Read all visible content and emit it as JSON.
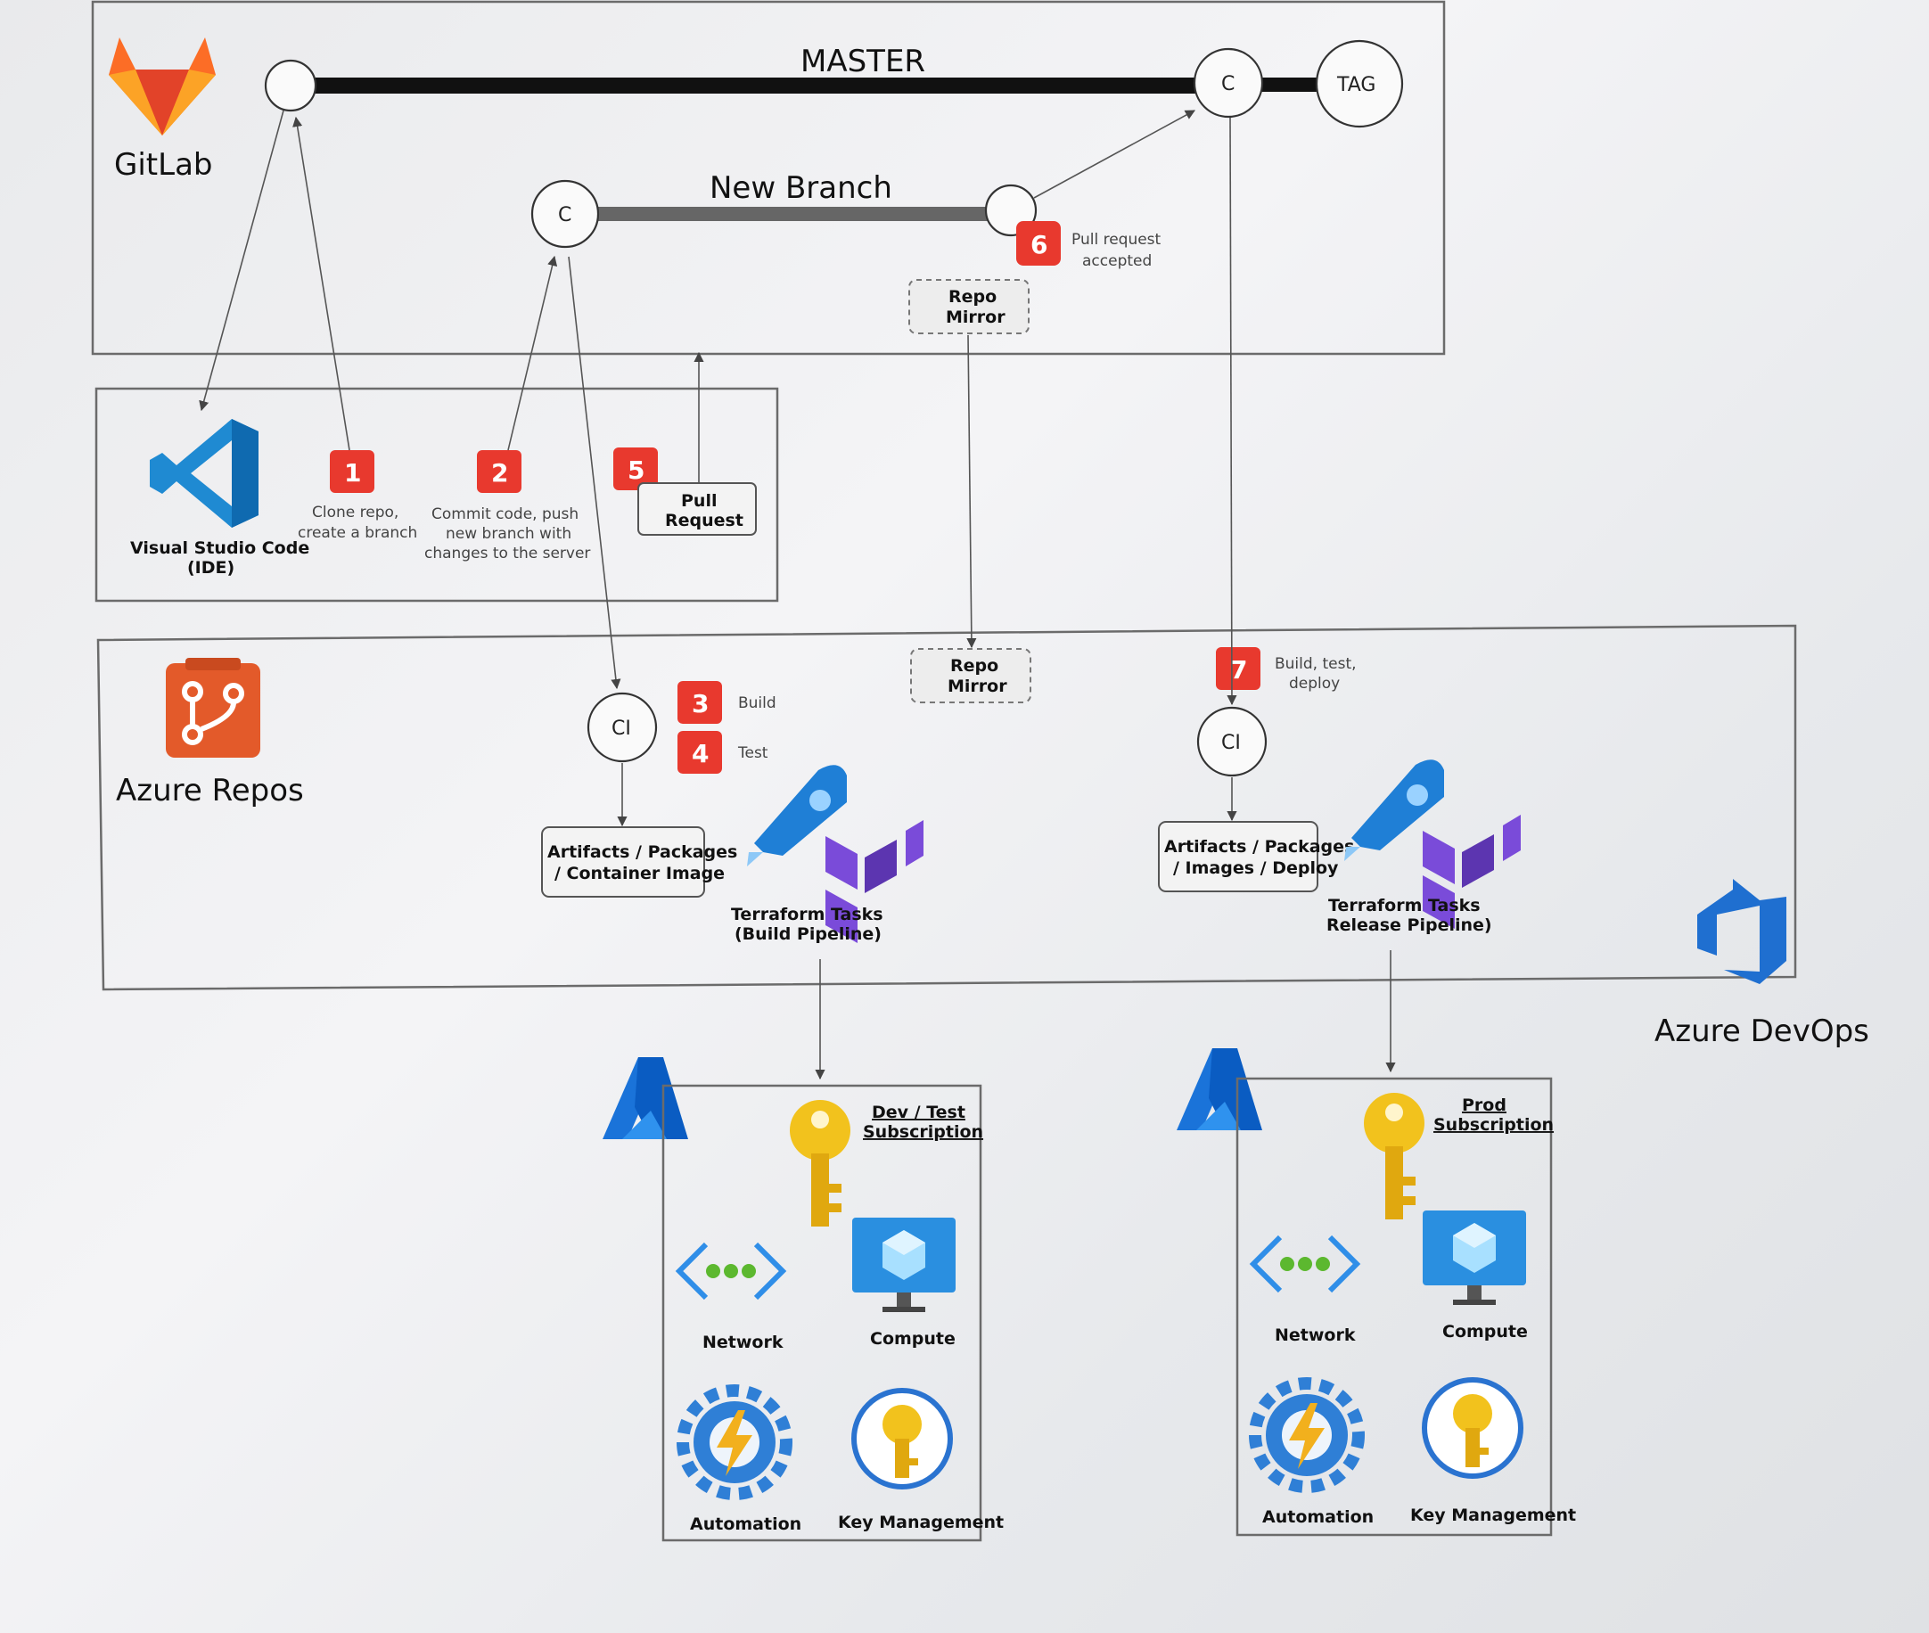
{
  "diagram": {
    "gitlab": {
      "name": "GitLab",
      "master": "MASTER",
      "new_branch": "New Branch",
      "tag": "TAG",
      "commit": "C",
      "pr_accepted_line1": "Pull request",
      "pr_accepted_line2": "accepted",
      "repo_mirror_line1": "Repo",
      "repo_mirror_line2": "Mirror"
    },
    "ide": {
      "name_line1": "Visual Studio Code",
      "name_line2": "(IDE)",
      "clone_line1": "Clone repo,",
      "clone_line2": "create a branch",
      "commit_line1": "Commit code, push",
      "commit_line2": "new branch with",
      "commit_line3": "changes to the server",
      "pull_request_line1": "Pull",
      "pull_request_line2": "Request"
    },
    "azure_repos": {
      "name": "Azure Repos",
      "ci": "CI",
      "build": "Build",
      "test": "Test",
      "artifacts_line1": "Artifacts / Packages",
      "artifacts_line2": "/ Container Image",
      "tf_build_line1": "Terraform Tasks",
      "tf_build_line2": "(Build Pipeline)",
      "repo_mirror_line1": "Repo",
      "repo_mirror_line2": "Mirror",
      "build_deploy_line1": "Build, test,",
      "build_deploy_line2": "deploy",
      "artifacts2_line1": "Artifacts / Packages",
      "artifacts2_line2": "/ Images / Deploy",
      "tf_release_line1": "Terraform Tasks",
      "tf_release_line2": "Release Pipeline)"
    },
    "azure_devops": {
      "name": "Azure DevOps"
    },
    "badges": [
      "1",
      "2",
      "3",
      "4",
      "5",
      "6",
      "7"
    ],
    "dev_sub": {
      "title_line1": "Dev / Test",
      "title_line2": "Subscription",
      "network": "Network",
      "compute": "Compute",
      "automation": "Automation",
      "key_mgmt": "Key Management"
    },
    "prod_sub": {
      "title_line1": "Prod",
      "title_line2": "Subscription",
      "network": "Network",
      "compute": "Compute",
      "automation": "Automation",
      "key_mgmt": "Key Management"
    }
  },
  "colors": {
    "badge_red": "#e8392e",
    "gitlab_orange": "#e8562a",
    "vscode_blue": "#1f8ad2",
    "azure_blue": "#0a6fd1",
    "azure_repos_orange": "#e35a2a",
    "terraform_purple": "#7a4bd9",
    "key_yellow": "#f2c21d"
  }
}
